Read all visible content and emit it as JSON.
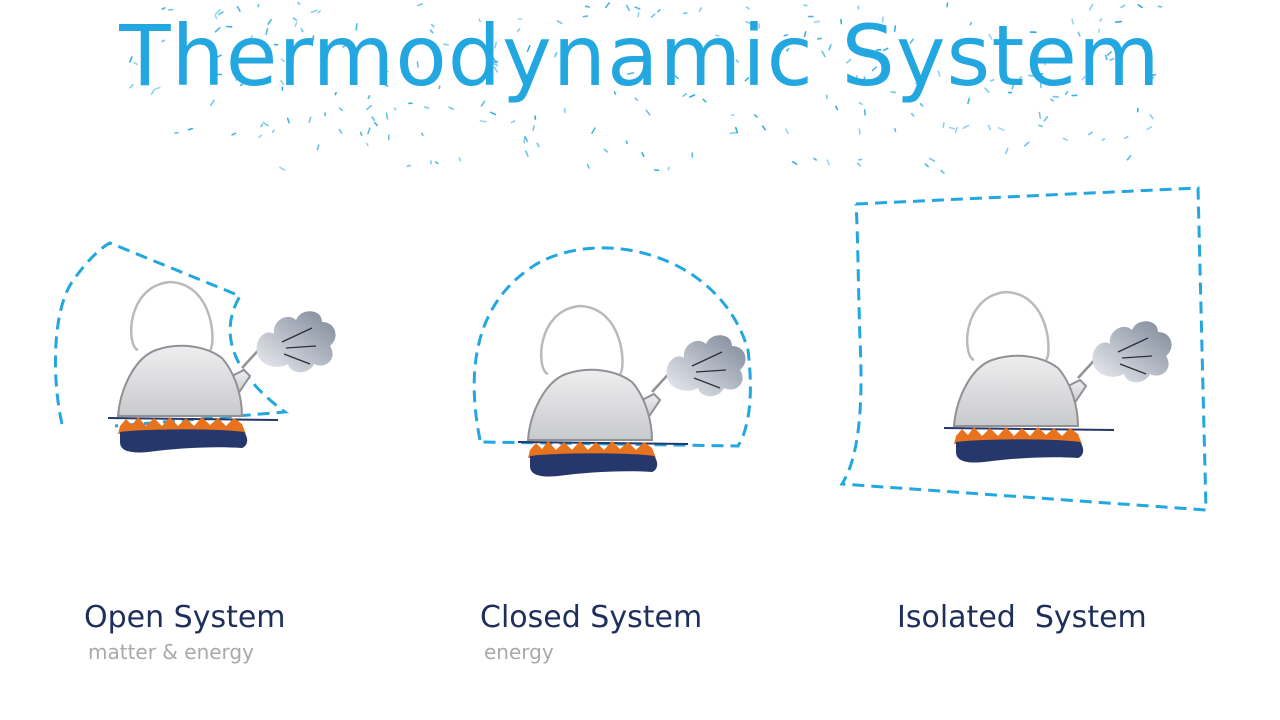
{
  "title": "Thermodynamic System",
  "systems": [
    {
      "label": "Open System",
      "sub": "matter & energy"
    },
    {
      "label": "Closed System",
      "sub": "energy"
    },
    {
      "label": "Isolated  System",
      "sub": ""
    }
  ],
  "colors": {
    "title": "#22a7e0",
    "boundary": "#22a7e0",
    "label": "#1f2f5c",
    "sublabel": "#a7a9ac",
    "flame": "#e8731f",
    "burner": "#26386b"
  },
  "icons": [
    "kettle-icon",
    "steam-icon",
    "burner-icon"
  ]
}
